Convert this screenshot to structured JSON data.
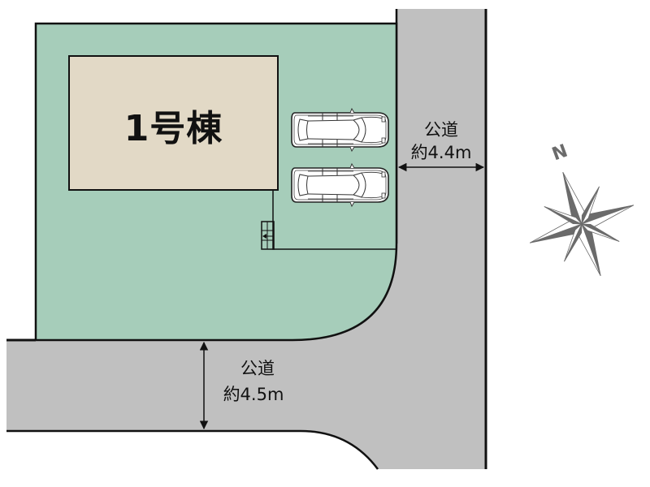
{
  "building": {
    "label": "1号棟",
    "fill": "#E2D9C6"
  },
  "lot": {
    "fill": "#A6CDBA"
  },
  "roads": {
    "fill": "#C0C0C0",
    "east": {
      "name": "公道",
      "width_label": "約4.4m"
    },
    "south": {
      "name": "公道",
      "width_label": "約4.5m"
    }
  },
  "parking": {
    "cars": [
      {
        "id": "car-1"
      },
      {
        "id": "car-2"
      }
    ]
  },
  "compass": {
    "north_label": "N",
    "color": "#6b6b6b"
  }
}
